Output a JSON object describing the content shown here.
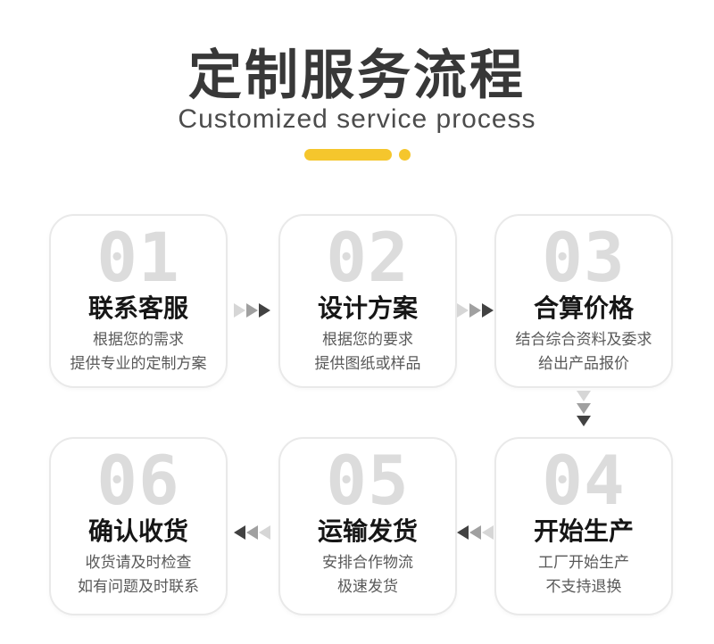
{
  "header": {
    "title": "定制服务流程",
    "subtitle": "Customized service process"
  },
  "steps": [
    {
      "number": "01",
      "title": "联系客服",
      "desc_lines": [
        "根据您的需求",
        "提供专业的定制方案"
      ]
    },
    {
      "number": "02",
      "title": "设计方案",
      "desc_lines": [
        "根据您的要求",
        "提供图纸或样品"
      ]
    },
    {
      "number": "03",
      "title": "合算价格",
      "desc_lines": [
        "结合综合资料及委求",
        "给出产品报价"
      ]
    },
    {
      "number": "04",
      "title": "开始生产",
      "desc_lines": [
        "工厂开始生产",
        "不支持退换"
      ]
    },
    {
      "number": "05",
      "title": "运输发货",
      "desc_lines": [
        "安排合作物流",
        "极速发货"
      ]
    },
    {
      "number": "06",
      "title": "确认收货",
      "desc_lines": [
        "收货请及时检查",
        "如有问题及时联系"
      ]
    }
  ],
  "colors": {
    "accent": "#f5c62d",
    "title_ink": "#383838",
    "subtitle_ink": "#4c4c4c",
    "number_ink": "#dcdcdc",
    "card_border": "#e9e9e9",
    "step_title_ink": "#161616",
    "desc_ink": "#595959",
    "arrow_light": "#d6d6d6",
    "arrow_mid": "#a0a0a0",
    "arrow_dark": "#424242"
  }
}
